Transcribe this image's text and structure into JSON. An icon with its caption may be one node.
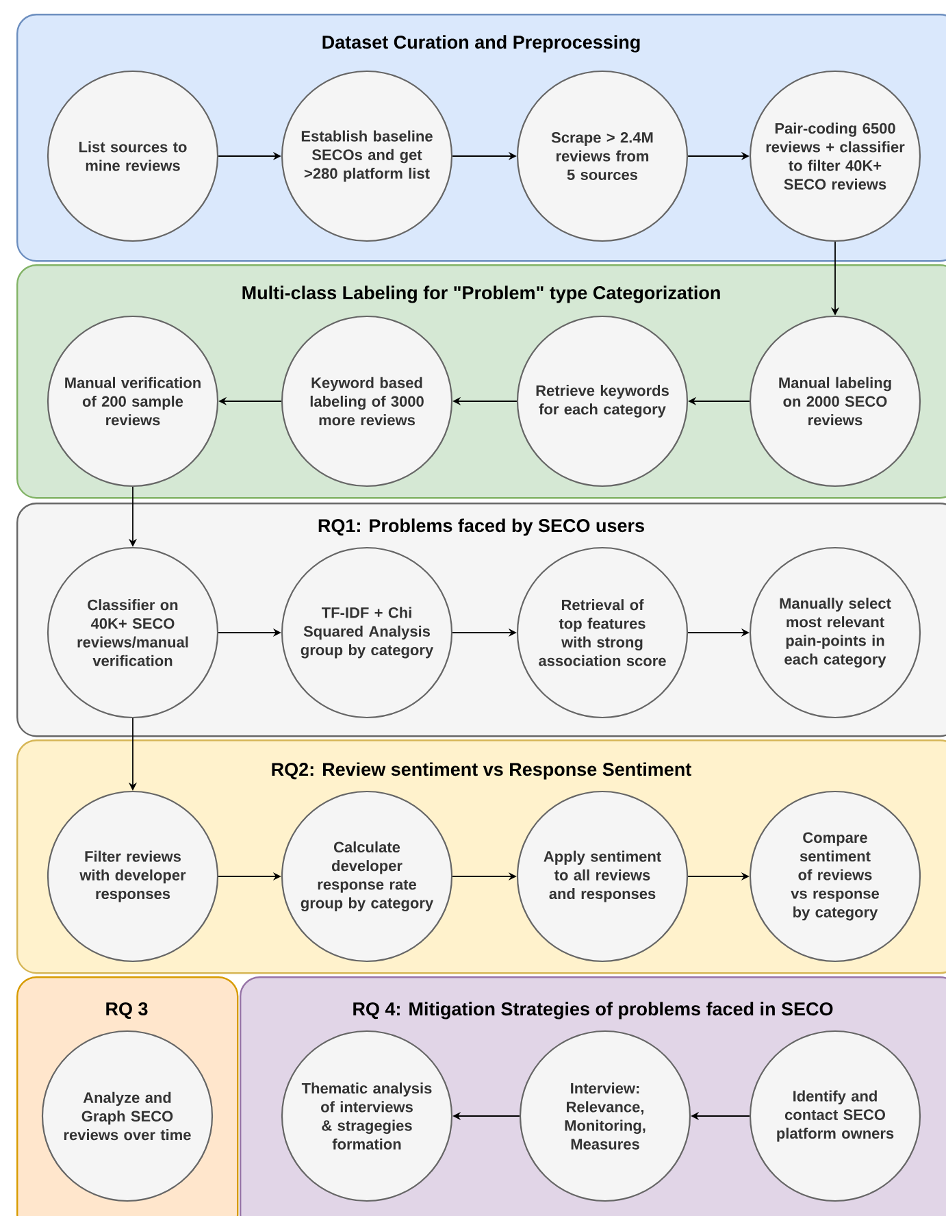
{
  "diagram": {
    "nodes": [
      {
        "text": [
          "Dataset Curation and Preprocessing"
        ]
      },
      {
        "text": [
          "List sources to mine reviews"
        ],
        "in": 0
      },
      {
        "text": [
          "Establish baseline SECOs and get >280 platform list"
        ],
        "in": 0
      },
      {
        "text": [
          "Scrape > 2.4M reviews from 5 sources"
        ],
        "in": 0
      },
      {
        "text": [
          "Pair-coding 6500 reviews + classifier to filter 40K+ SECO reviews"
        ],
        "in": 0
      },
      {
        "text": [
          "Multi-class Labeling for \"Problem\" type Categorization"
        ]
      },
      {
        "text": [
          "Manual verification of 200 sample reviews"
        ],
        "in": 5
      },
      {
        "text": [
          "Keyword based labeling of 3000 more reviews"
        ],
        "in": 5
      },
      {
        "text": [
          "Retrieve keywords for each category"
        ],
        "in": 5
      },
      {
        "text": [
          "Manual labeling on 2000 SECO reviews"
        ],
        "in": 5
      },
      {
        "text": [
          "RQ1: Problems faced by SECO users"
        ]
      },
      {
        "text": [
          "Classifier on 40K+ SECO reviews/manual verification"
        ],
        "in": 10
      },
      {
        "text": [
          "TF-IDF + Chi Squared Analysis group by category"
        ],
        "in": 10
      },
      {
        "text": [
          "Retrieval of top features with strong association score"
        ],
        "in": 10
      },
      {
        "text": [
          "Manually select most relevant pain-points in each category"
        ],
        "in": 10
      },
      {
        "text": [
          "RQ2: Review sentiment vs Response Sentiment"
        ]
      },
      {
        "text": [
          "Filter reviews with developer responses"
        ],
        "in": 15
      },
      {
        "text": [
          "Calculate developer response rate group by category"
        ],
        "in": 15
      },
      {
        "text": [
          "Apply sentiment to all reviews and responses"
        ],
        "in": 15
      },
      {
        "text": [
          "Compare sentiment of reviews vs response by category"
        ],
        "in": 15
      },
      {
        "text": [
          "RQ 3"
        ]
      },
      {
        "text": [
          "Analyze and Graph SECO reviews over time"
        ],
        "in": 20
      },
      {
        "text": [
          "RQ 4: Mitigation Strategies of problems faced in SECO"
        ]
      },
      {
        "text": [
          "Thematic analysis of interviews & stragegies formation"
        ],
        "in": 22
      },
      {
        "text": [
          "Interview: Relevance, Monitoring, Measures"
        ],
        "in": 22
      },
      {
        "text": [
          "Identify and contact SECO platform owners"
        ],
        "in": 22
      }
    ],
    "edges": [
      {
        "from": 1,
        "to": 2,
        "arrow": "to"
      },
      {
        "from": 2,
        "to": 3,
        "arrow": "to"
      },
      {
        "from": 3,
        "to": 4,
        "arrow": "to"
      },
      {
        "from": 4,
        "to": 9,
        "arrow": "to"
      },
      {
        "from": 9,
        "to": 8,
        "arrow": "to"
      },
      {
        "from": 8,
        "to": 7,
        "arrow": "to"
      },
      {
        "from": 7,
        "to": 6,
        "arrow": "to"
      },
      {
        "from": 6,
        "to": 11,
        "arrow": "to"
      },
      {
        "from": 11,
        "to": 12,
        "arrow": "to"
      },
      {
        "from": 12,
        "to": 13,
        "arrow": "to"
      },
      {
        "from": 13,
        "to": 14,
        "arrow": "to"
      },
      {
        "from": 11,
        "to": 16,
        "arrow": "to"
      },
      {
        "from": 16,
        "to": 17,
        "arrow": "to"
      },
      {
        "from": 17,
        "to": 18,
        "arrow": "to"
      },
      {
        "from": 18,
        "to": 19,
        "arrow": "to"
      },
      {
        "from": 25,
        "to": 24,
        "arrow": "to"
      },
      {
        "from": 24,
        "to": 23,
        "arrow": "to"
      }
    ]
  }
}
